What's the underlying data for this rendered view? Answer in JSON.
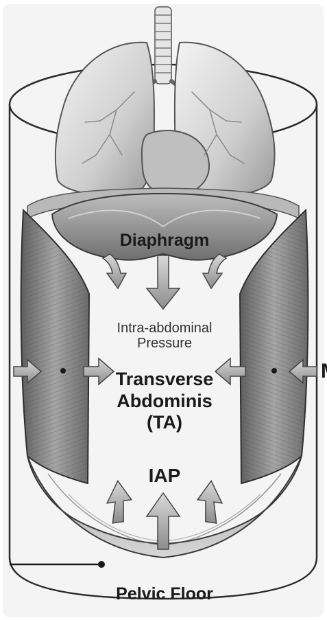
{
  "labels": {
    "diaphragm": "Diaphragm",
    "intra_abdominal_line1": "Intra-abdominal",
    "intra_abdominal_line2": "Pressure",
    "ta_line1": "Transverse",
    "ta_line2": "Abdominis",
    "ta_line3": "(TA)",
    "iap": "IAP",
    "pelvic_floor": "Pelvic Floor",
    "right_clipped": "M"
  },
  "colors": {
    "background": "#f4f4f4",
    "outline": "#2a2a2a",
    "muscle": "#8a8a8a",
    "organ": "#d9d9d9",
    "arrow": "#a9a9a9"
  }
}
